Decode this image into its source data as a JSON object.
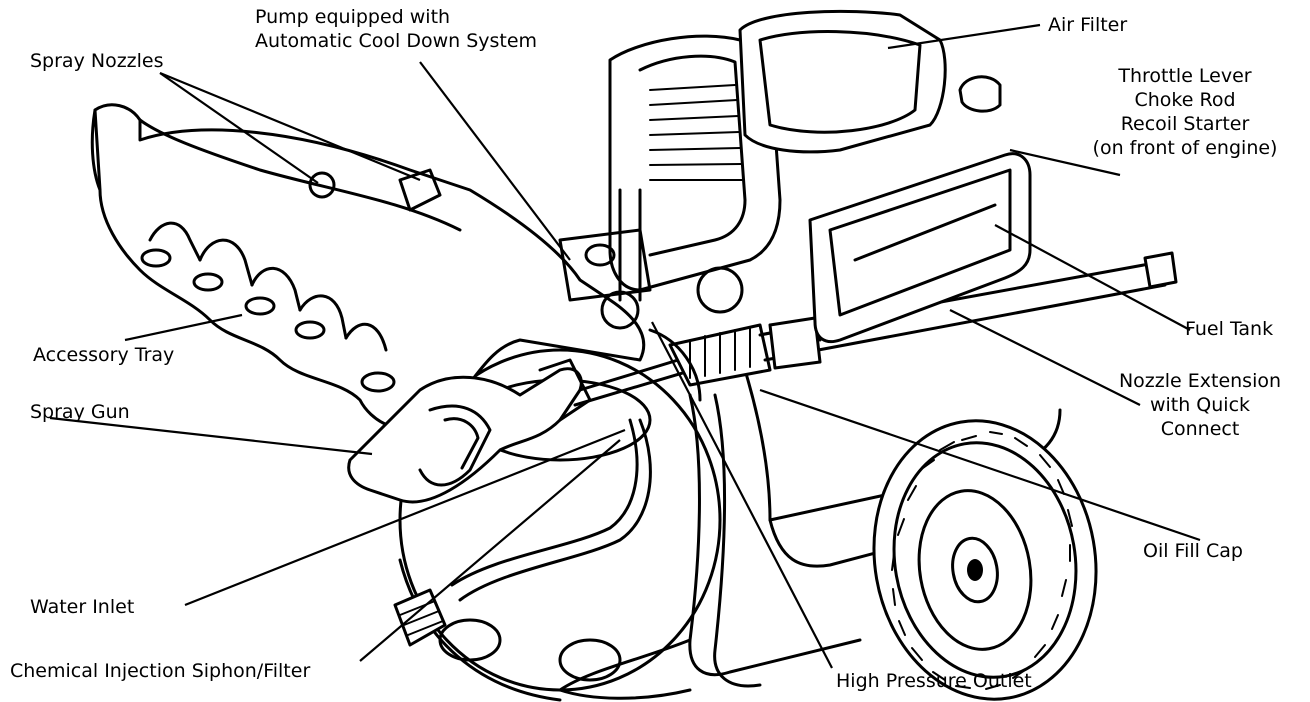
{
  "labels": {
    "pump_line1": "Pump equipped with",
    "pump_line2": "Automatic Cool Down System",
    "spray_nozzles": "Spray Nozzles",
    "air_filter": "Air Filter",
    "throttle_lever": "Throttle Lever",
    "choke_rod": "Choke Rod",
    "recoil_starter": "Recoil Starter",
    "recoil_note": "(on front of engine)",
    "fuel_tank": "Fuel Tank",
    "nozzle_ext_line1": "Nozzle Extension",
    "nozzle_ext_line2": "with Quick",
    "nozzle_ext_line3": "Connect",
    "accessory_tray": "Accessory Tray",
    "spray_gun": "Spray Gun",
    "oil_fill_cap": "Oil Fill Cap",
    "water_inlet": "Water Inlet",
    "chemical_siphon": "Chemical Injection Siphon/Filter",
    "high_pressure_outlet": "High Pressure Outlet"
  },
  "colors": {
    "ink": "#000000",
    "paper": "#ffffff"
  }
}
